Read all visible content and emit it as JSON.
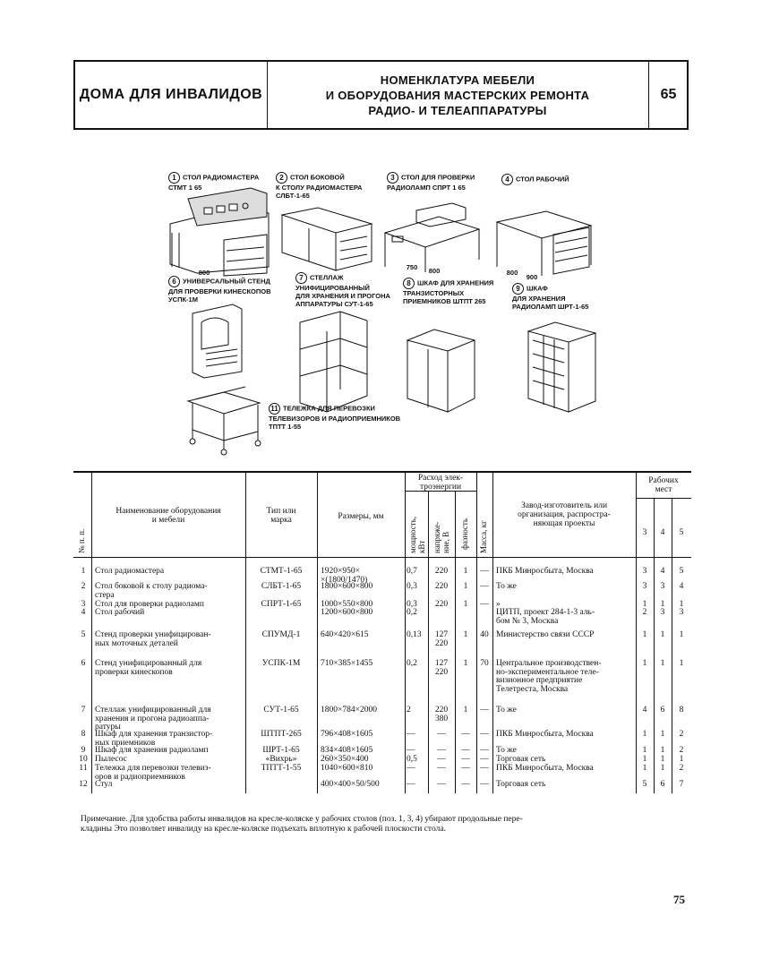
{
  "header": {
    "section": "ДОМА ДЛЯ ИНВАЛИДОВ",
    "title_lines": [
      "НОМЕНКЛАТУРА МЕБЕЛИ",
      "И ОБОРУДОВАНИЯ МАСТЕРСКИХ РЕМОНТА",
      "РАДИО- И ТЕЛЕАППАРАТУРЫ"
    ],
    "sheet": "65"
  },
  "figures": [
    {
      "n": "1",
      "text": "СТОЛ РАДИОМАСТЕРА\nСТМТ 1 65"
    },
    {
      "n": "2",
      "text": "СТОЛ БОКОВОЙ\nК СТОЛУ РАДИОМАСТЕРА\nСЛБТ-1-65"
    },
    {
      "n": "3",
      "text": "СТОЛ ДЛЯ ПРОВЕРКИ\nРАДИОЛАМП СПРТ 1 65"
    },
    {
      "n": "4",
      "text": "СТОЛ РАБОЧИЙ"
    },
    {
      "n": "6",
      "text": "УНИВЕРСАЛЬНЫЙ СТЕНД\nДЛЯ ПРОВЕРКИ КИНЕСКОПОВ\nУСПК-1М"
    },
    {
      "n": "7",
      "text": "СТЕЛЛАЖ\nУНИФИЦИРОВАННЫЙ\nДЛЯ ХРАНЕНИЯ И ПРОГОНА\nАППАРАТУРЫ СУТ-1-65"
    },
    {
      "n": "8",
      "text": "ШКАФ ДЛЯ ХРАНЕНИЯ\nТРАНЗИСТОРНЫХ\nПРИЕМНИКОВ ШТПТ 265"
    },
    {
      "n": "9",
      "text": "ШКАФ\nДЛЯ ХРАНЕНИЯ\nРАДИОЛАМП ШРТ-1-65"
    },
    {
      "n": "11",
      "text": "ТЕЛЕЖКА ДЛЯ ПЕРЕВОЗКИ\nТЕЛЕВИЗОРОВ И РАДИОПРИЕМНИКОВ\nТПТТ 1-55"
    }
  ],
  "dims": {
    "d1": "800",
    "d3a": "750",
    "d3b": "800",
    "d4a": "800",
    "d4b": "900"
  },
  "table": {
    "headers": {
      "num": "№ п. п.",
      "name": "Наименование оборудования\nи мебели",
      "type": "Тип или\nмарка",
      "size": "Размеры, мм",
      "energy": "Расход элек-\nтроэнергии",
      "power": "мощность,\nкВт",
      "voltage": "напряже-\nние, В",
      "phase": "фазность",
      "mass": "Масса, кг",
      "maker": "Завод-изготовитель или\nорганизация, распростра-\nняющая проекты",
      "work": "Рабочих\nмест",
      "w3": "3",
      "w4": "4",
      "w5": "5"
    },
    "rows": [
      {
        "n": "1",
        "name": "Стол радиомастера",
        "type": "СТМТ-1-65",
        "size": "1920×950×\n×(1800/1470)",
        "power": "0,7",
        "volt": "220",
        "phase": "1",
        "mass": "—",
        "maker": "ПКБ Минросбыта, Москва",
        "w3": "3",
        "w4": "4",
        "w5": "5"
      },
      {
        "n": "2",
        "name": "Стол боковой к столу радиома-\nстера",
        "type": "СЛБТ-1-65",
        "size": "1800×600×800",
        "power": "0,3",
        "volt": "220",
        "phase": "1",
        "mass": "—",
        "maker": "То же",
        "w3": "3",
        "w4": "3",
        "w5": "4"
      },
      {
        "n": "3",
        "name": "Стол для проверки радиоламп",
        "type": "СПРТ-1-65",
        "size": "1000×550×800",
        "power": "0,3",
        "volt": "220",
        "phase": "1",
        "mass": "—",
        "maker": "»",
        "w3": "1",
        "w4": "1",
        "w5": "1"
      },
      {
        "n": "4",
        "name": "Стол рабочий",
        "type": "",
        "size": "1200×600×800",
        "power": "0,2",
        "volt": "",
        "phase": "",
        "mass": "",
        "maker": "ЦИТП, проект 284-1-3 аль-\nбом № 3, Москва",
        "w3": "2",
        "w4": "3",
        "w5": "3"
      },
      {
        "n": "5",
        "name": "Стенд проверки унифицирован-\nных моточных деталей",
        "type": "СПУМД-1",
        "size": "640×420×615",
        "power": "0,13",
        "volt": "127\n220",
        "phase": "1",
        "mass": "40",
        "maker": "Министерство связи СССР",
        "w3": "1",
        "w4": "1",
        "w5": "1"
      },
      {
        "n": "6",
        "name": "Стенд унифицированный для\nпроверки кинескопов",
        "type": "УСПК-1М",
        "size": "710×385×1455",
        "power": "0,2",
        "volt": "127\n220",
        "phase": "1",
        "mass": "70",
        "maker": "Центральное производствен-\nно-экспериментальное теле-\nвизионное предприятие\nТелетреста, Москва",
        "w3": "1",
        "w4": "1",
        "w5": "1"
      },
      {
        "n": "7",
        "name": "Стеллаж унифицированный для\nхранения и прогона радиоаппа-\nратуры",
        "type": "СУТ-1-65",
        "size": "1800×784×2000",
        "power": "2",
        "volt": "220\n380",
        "phase": "1",
        "mass": "—",
        "maker": "То же",
        "w3": "4",
        "w4": "6",
        "w5": "8"
      },
      {
        "n": "8",
        "name": "Шкаф для хранения транзистор-\nных приемников",
        "type": "ШТПТ-265",
        "size": "796×408×1605",
        "power": "—",
        "volt": "—",
        "phase": "—",
        "mass": "—",
        "maker": "ПКБ Минросбыта, Москва",
        "w3": "1",
        "w4": "1",
        "w5": "2"
      },
      {
        "n": "9",
        "name": "Шкаф для хранения радиоламп",
        "type": "ШРТ-1-65",
        "size": "834×408×1605",
        "power": "—",
        "volt": "—",
        "phase": "—",
        "mass": "—",
        "maker": "То же",
        "w3": "1",
        "w4": "1",
        "w5": "2"
      },
      {
        "n": "10",
        "name": "Пылесос",
        "type": "«Вихрь»",
        "size": "260×350×400",
        "power": "0,5",
        "volt": "—",
        "phase": "—",
        "mass": "—",
        "maker": "Торговая сеть",
        "w3": "1",
        "w4": "1",
        "w5": "1"
      },
      {
        "n": "11",
        "name": "Тележка для перевозки телевиз-\nоров и радиоприемников",
        "type": "ТПТТ-1-55",
        "size": "1040×600×810",
        "power": "—",
        "volt": "—",
        "phase": "—",
        "mass": "—",
        "maker": "ПКБ Минросбыта, Москва",
        "w3": "1",
        "w4": "1",
        "w5": "2"
      },
      {
        "n": "12",
        "name": "Стул",
        "type": "",
        "size": "400×400×50/500",
        "power": "—",
        "volt": "—",
        "phase": "—",
        "mass": "—",
        "maker": "Торговая сеть",
        "w3": "5",
        "w4": "6",
        "w5": "7"
      }
    ]
  },
  "note": "Примечание. Для удобства работы инвалидов на кресле-коляске у рабочих столов (поз. 1, 3, 4) убирают продольные пере-\nкладины Это позволяет инвалиду на кресле-коляске подъехать вплотную к рабочей плоскости стола.",
  "page_number": "75"
}
